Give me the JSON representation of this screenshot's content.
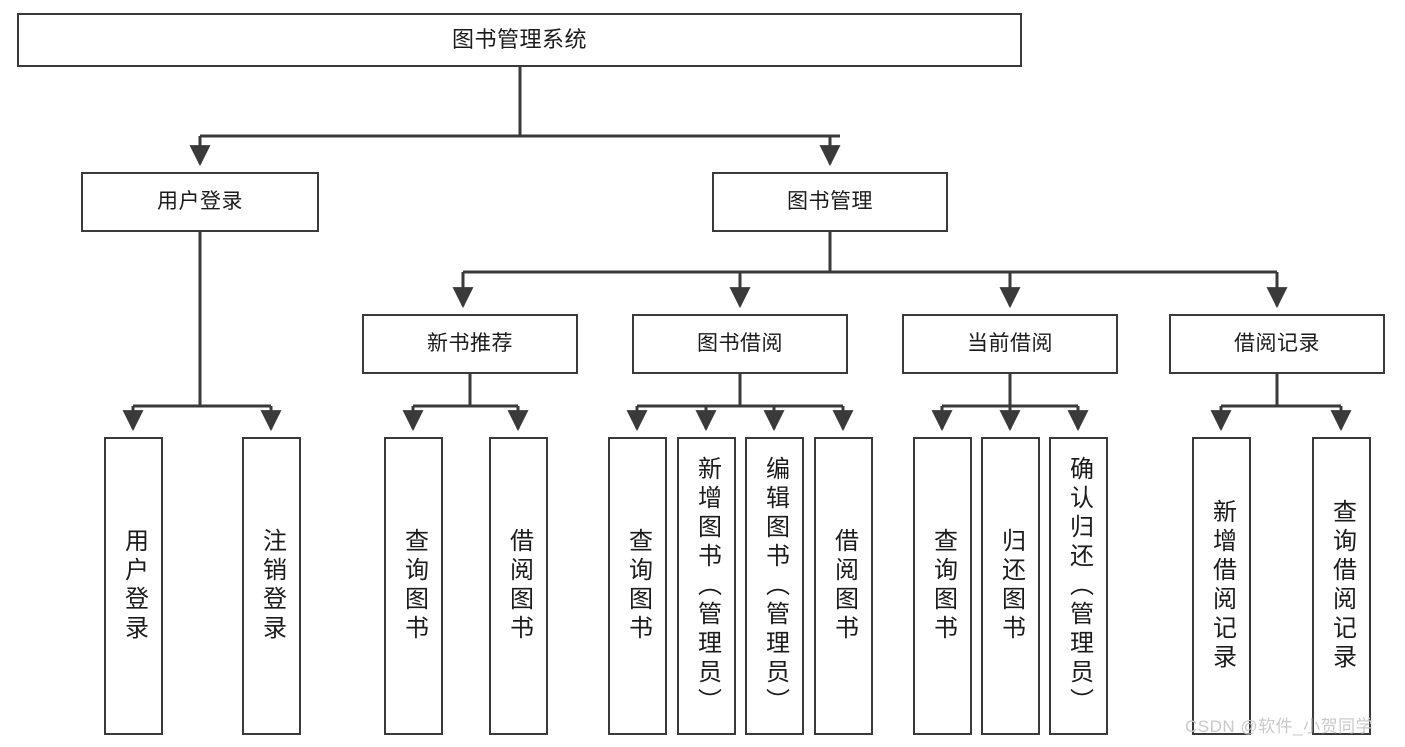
{
  "diagram": {
    "type": "tree-hierarchy-chart",
    "title": "图书管理系统",
    "stroke_color": "#3a3a3a",
    "background_color": "#ffffff",
    "text_color": "#1b1b1b",
    "watermark": "CSDN @软件_小贺同学",
    "nodes": {
      "root": {
        "label": "图书管理系统"
      },
      "level2": [
        {
          "id": "user-login",
          "label": "用户登录"
        },
        {
          "id": "book-manage",
          "label": "图书管理"
        }
      ],
      "level3": [
        {
          "id": "new-book-recommend",
          "label": "新书推荐"
        },
        {
          "id": "book-borrow",
          "label": "图书借阅"
        },
        {
          "id": "current-borrow",
          "label": "当前借阅"
        },
        {
          "id": "borrow-record",
          "label": "借阅记录"
        }
      ],
      "leaves": [
        {
          "id": "leaf-user-login",
          "label": "用户登录",
          "parent": "user-login"
        },
        {
          "id": "leaf-user-logout",
          "label": "注销登录",
          "parent": "user-login"
        },
        {
          "id": "leaf-query-book-1",
          "label": "查询图书",
          "parent": "new-book-recommend"
        },
        {
          "id": "leaf-borrow-book-1",
          "label": "借阅图书",
          "parent": "new-book-recommend"
        },
        {
          "id": "leaf-query-book-2",
          "label": "查询图书",
          "parent": "book-borrow"
        },
        {
          "id": "leaf-add-book",
          "label": "新增图书（管理员）",
          "parent": "book-borrow"
        },
        {
          "id": "leaf-edit-book",
          "label": "编辑图书（管理员）",
          "parent": "book-borrow"
        },
        {
          "id": "leaf-borrow-book-2",
          "label": "借阅图书",
          "parent": "book-borrow"
        },
        {
          "id": "leaf-query-book-3",
          "label": "查询图书",
          "parent": "current-borrow"
        },
        {
          "id": "leaf-return-book",
          "label": "归还图书",
          "parent": "current-borrow"
        },
        {
          "id": "leaf-confirm-return",
          "label": "确认归还（管理员）",
          "parent": "current-borrow"
        },
        {
          "id": "leaf-add-record",
          "label": "新增借阅记录",
          "parent": "borrow-record"
        },
        {
          "id": "leaf-query-record",
          "label": "查询借阅记录",
          "parent": "borrow-record"
        }
      ]
    }
  }
}
